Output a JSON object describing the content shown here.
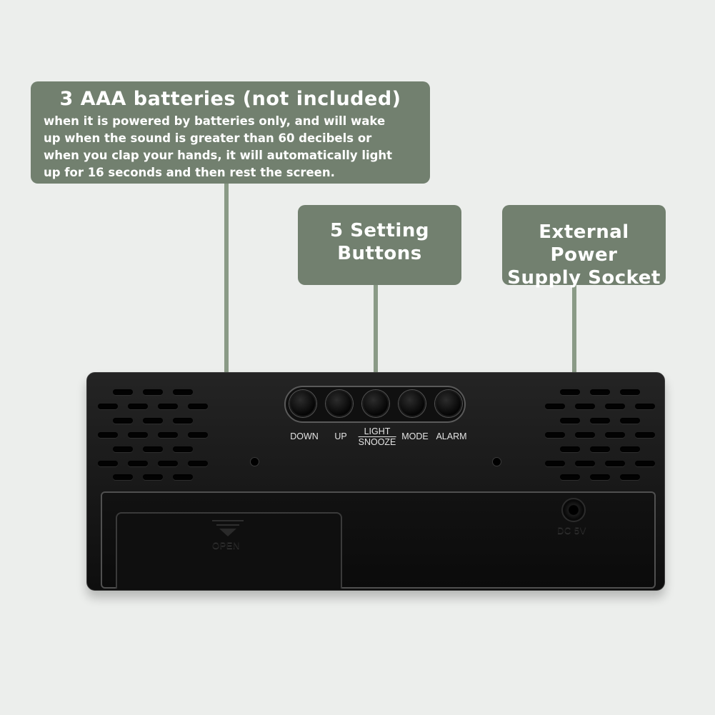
{
  "callouts": {
    "batteries": {
      "title": "3 AAA batteries (not included)",
      "lines": [
        "when it is powered by batteries only, and will wake",
        "up when the sound is greater than 60 decibels or",
        "when you clap your hands, it will automatically light",
        "up for 16 seconds and then rest the screen."
      ]
    },
    "buttons": {
      "lines": [
        "5 Setting",
        "Buttons"
      ]
    },
    "socket": {
      "lines": [
        "External Power",
        "Supply Socket"
      ]
    }
  },
  "device": {
    "buttons": {
      "down": "DOWN",
      "up": "UP",
      "light": "LIGHT",
      "snooze": "SNOOZE",
      "mode": "MODE",
      "alarm": "ALARM"
    },
    "battery_door_label": "OPEN",
    "socket_label": "DC 5V"
  },
  "colors": {
    "callout_bg": "#72806f",
    "leader_line": "#8a9a86",
    "background": "#eceeec",
    "device_body": "#141414"
  }
}
